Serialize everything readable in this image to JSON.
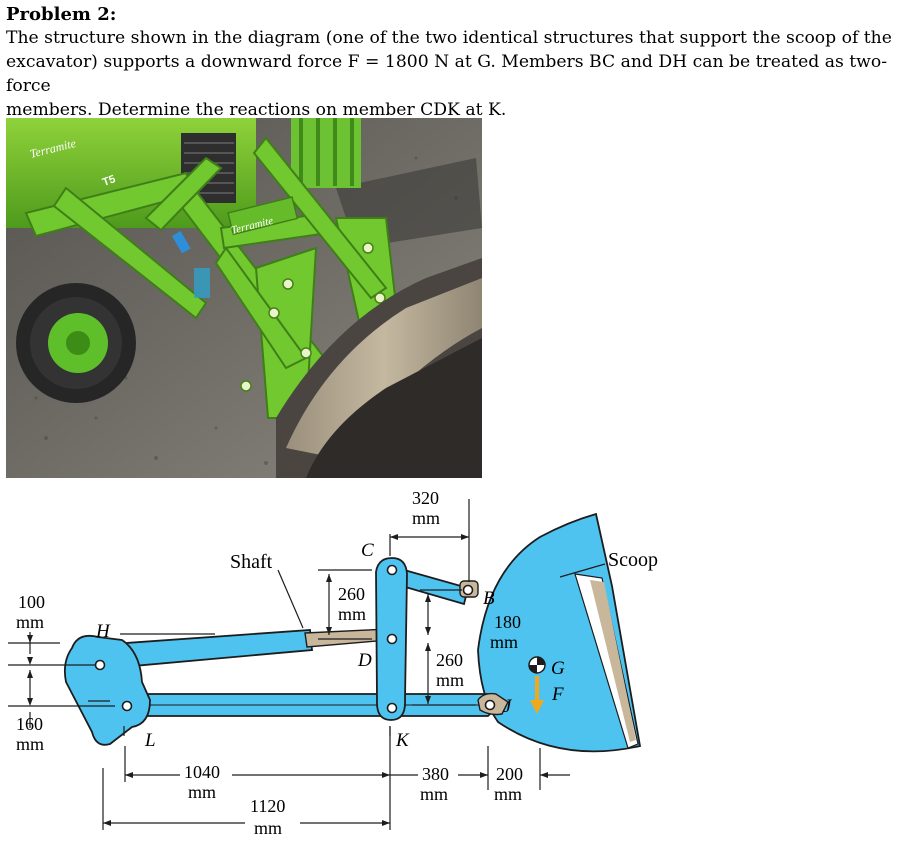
{
  "problem": {
    "title": "Problem 2:",
    "statement_lines": [
      "The structure shown in the diagram (one of the two identical structures that support the scoop of the",
      "excavator) supports a downward force F = 1800 N at G. Members BC and DH can be treated as two-force",
      "members. Determine the reactions on member CDK at K."
    ]
  },
  "photo": {
    "brand_text": "Terramite",
    "model_text": "T5"
  },
  "diagram": {
    "labels": {
      "shaft": "Shaft",
      "scoop": "Scoop",
      "point_c": "C",
      "point_b": "B",
      "point_d": "D",
      "point_h": "H",
      "point_l": "L",
      "point_k": "K",
      "point_j": "J",
      "point_g": "G",
      "force_f": "F"
    },
    "dimensions": {
      "d320": {
        "value": "320",
        "unit": "mm"
      },
      "d260_top": {
        "value": "260",
        "unit": "mm"
      },
      "d180": {
        "value": "180",
        "unit": "mm"
      },
      "d260_mid": {
        "value": "260",
        "unit": "mm"
      },
      "d100": {
        "value": "100",
        "unit": "mm"
      },
      "d160": {
        "value": "160",
        "unit": "mm"
      },
      "d1040": {
        "value": "1040",
        "unit": "mm"
      },
      "d1120": {
        "value": "1120",
        "unit": "mm"
      },
      "d380": {
        "value": "380",
        "unit": "mm"
      },
      "d200": {
        "value": "200",
        "unit": "mm"
      }
    },
    "colors": {
      "member_fill": "#4fc3ef",
      "member_stroke": "#1d1d1d",
      "force_arrow": "#f2a81d",
      "shaft_rod": "#c9b79c"
    }
  }
}
